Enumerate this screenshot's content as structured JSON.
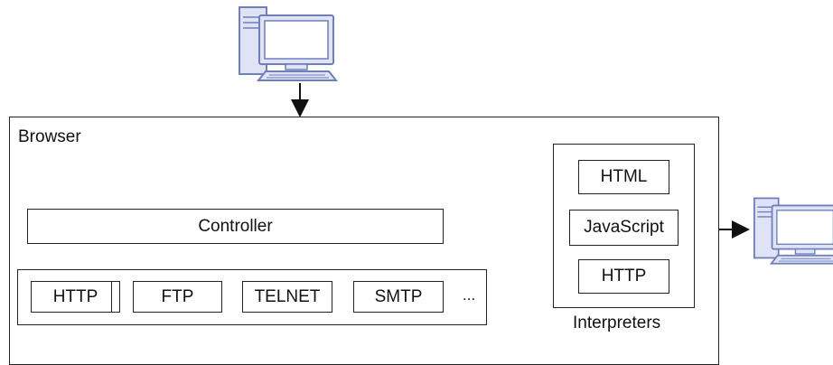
{
  "browser": {
    "label": "Browser"
  },
  "controller": {
    "label": "Controller"
  },
  "protocols": [
    {
      "label": "HTTP"
    },
    {
      "label": "FTP"
    },
    {
      "label": "TELNET"
    },
    {
      "label": "SMTP"
    }
  ],
  "protocols_more": "...",
  "interpreters": {
    "label": "Interpreters",
    "items": [
      {
        "label": "HTML"
      },
      {
        "label": "JavaScript"
      },
      {
        "label": "HTTP"
      }
    ]
  },
  "icons": {
    "client": "desktop-computer-icon",
    "server": "desktop-computer-icon"
  },
  "colors": {
    "icon_fill": "#dfe3f5",
    "icon_stroke": "#6f7fb8",
    "line": "#222222"
  }
}
